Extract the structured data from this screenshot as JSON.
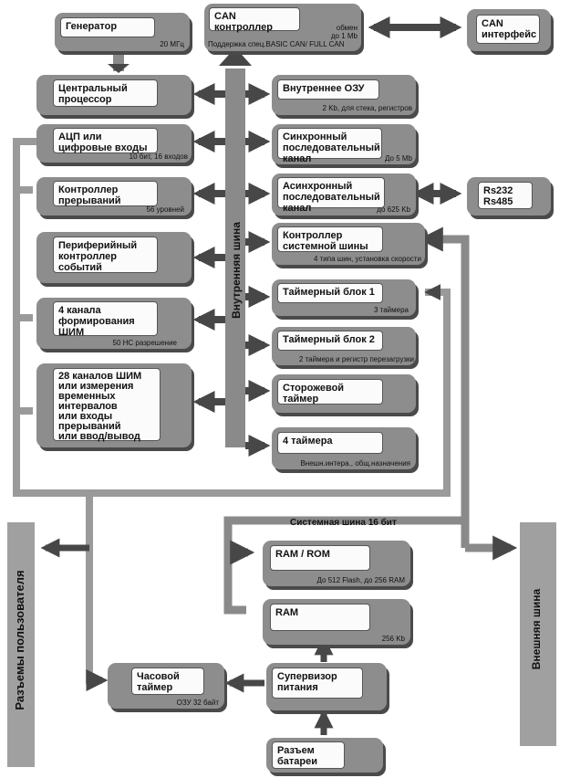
{
  "blocks": {
    "generator": {
      "title": "Генератор",
      "note": "20 МГц"
    },
    "can_controller": {
      "title": "CAN  контроллер",
      "note_top": "обмен\nдо 1 Mb",
      "note": "Поддержка спец.BASIC CAN/ FULL CAN"
    },
    "can_interface": {
      "title": "CAN\nинтерфейс"
    },
    "cpu": {
      "title": "Центральный\nпроцессор"
    },
    "internal_ram": {
      "title": "Внутреннее ОЗУ",
      "note": "2 Kb, для стека, регистров"
    },
    "adc": {
      "title": "АЦП или\nцифровые входы",
      "note": "10 бит, 16 входов"
    },
    "sync_serial": {
      "title": "Синхронный\nпоследовательный\nканал",
      "note": "До 5 Mb"
    },
    "interrupt_ctrl": {
      "title": "Контроллер\nпрерываний",
      "note": "56 уровней"
    },
    "async_serial": {
      "title": "Асинхронный\nпоследовательный\nканал",
      "note": "до 625 Kb"
    },
    "rs": {
      "title": "Rs232\nRs485"
    },
    "pec": {
      "title": "Периферийный\nконтроллер\nсобытий"
    },
    "sysbus_ctrl": {
      "title": "Контроллер\nсистемной шины",
      "note": "4 типа шин, установка скорости"
    },
    "pwm4": {
      "title": "4 канала\nформирования\nШИМ",
      "note": "50 НС разрешение"
    },
    "timer1": {
      "title": "Таймерный блок 1",
      "note": "3 таймера"
    },
    "timer2": {
      "title": "Таймерный блок 2",
      "note": "2 таймера и регистр перезагрузки"
    },
    "pwm28": {
      "title": "28 каналов ШИМ\nили  измерения\nвременных\nинтервалов\nили входы\nпрерываний\nили ввод/вывод"
    },
    "watchdog": {
      "title": "Сторожевой таймер"
    },
    "timers4": {
      "title": "4 таймера",
      "note": "Внешн.интера., общ.назначения"
    },
    "ramrom": {
      "title": "RAM / ROM",
      "note": "До 512 Flash, до 256 RAM"
    },
    "ram": {
      "title": "RAM",
      "note": "256 Kb"
    },
    "clock": {
      "title": "Часовой\nтаймер",
      "note": "ОЗУ 32 байт"
    },
    "supervisor": {
      "title": "Супервизор\nпитания"
    },
    "battery": {
      "title": "Разъем\nбатареи"
    }
  },
  "labels": {
    "internal_bus": "Внутренняя  шина",
    "system_bus": "Системная шина  16 бит",
    "user_connectors": "Разъемы  пользователя",
    "external_bus": "Внешняя шина"
  },
  "colors": {
    "bus": "#8a8a8a",
    "block_shadow": "#8d8d8d",
    "panel": "#a0a0a0",
    "arrow": "#474747"
  }
}
